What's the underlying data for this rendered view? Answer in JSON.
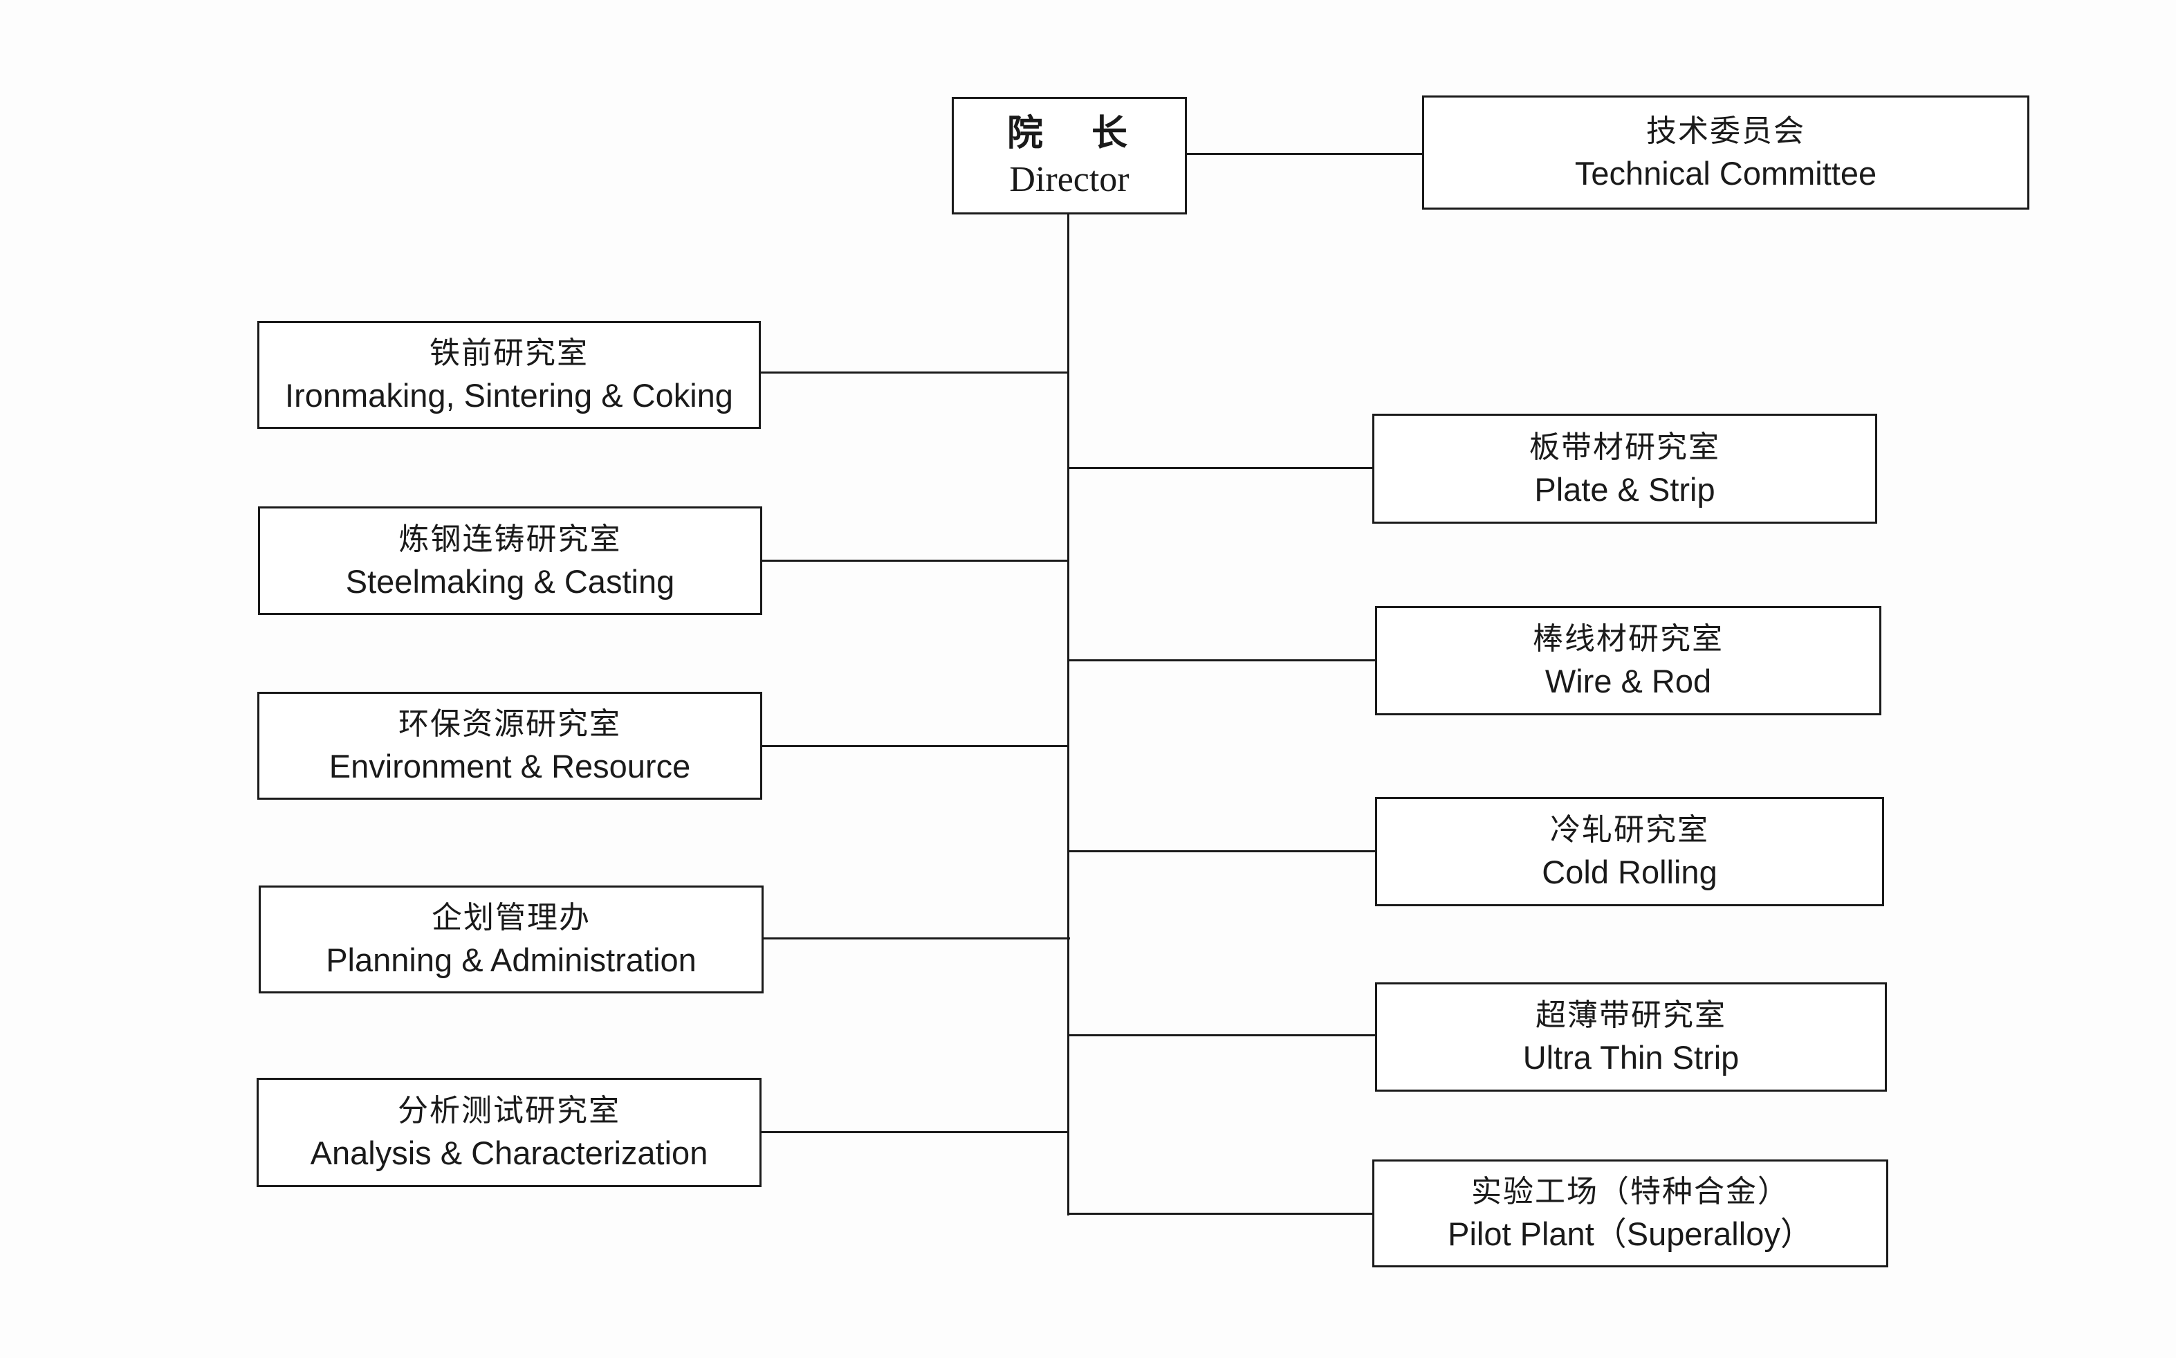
{
  "director": {
    "cn": "院 长",
    "en": "Director"
  },
  "committee": {
    "cn": "技术委员会",
    "en": "Technical Committee"
  },
  "left_units": [
    {
      "cn": "铁前研究室",
      "en": "Ironmaking, Sintering & Coking"
    },
    {
      "cn": "炼钢连铸研究室",
      "en": "Steelmaking & Casting"
    },
    {
      "cn": "环保资源研究室",
      "en": "Environment & Resource"
    },
    {
      "cn": "企划管理办",
      "en": "Planning & Administration"
    },
    {
      "cn": "分析测试研究室",
      "en": "Analysis & Characterization"
    }
  ],
  "right_units": [
    {
      "cn": "板带材研究室",
      "en": "Plate & Strip"
    },
    {
      "cn": "棒线材研究室",
      "en": "Wire & Rod"
    },
    {
      "cn": "冷轧研究室",
      "en": "Cold Rolling"
    },
    {
      "cn": "超薄带研究室",
      "en": "Ultra Thin Strip"
    },
    {
      "cn": "实验工场（特种合金）",
      "en": "Pilot Plant（Superalloy）"
    }
  ]
}
